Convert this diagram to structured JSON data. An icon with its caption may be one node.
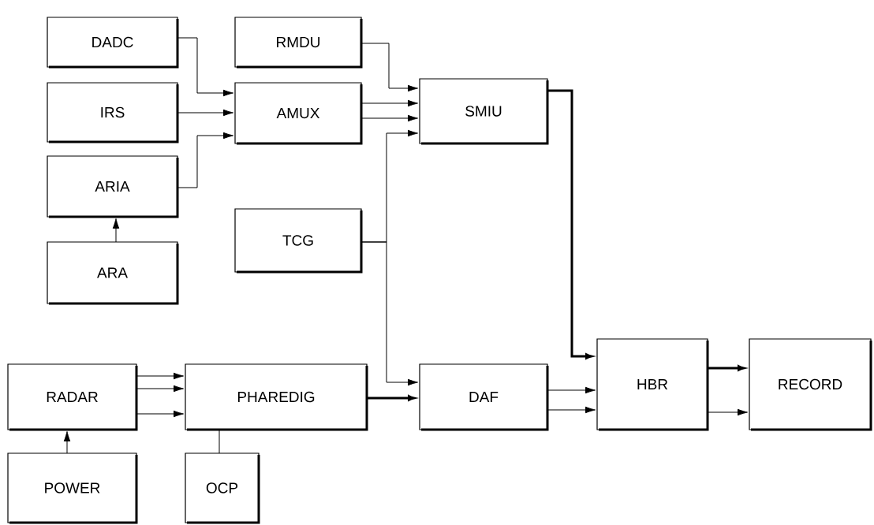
{
  "diagram": {
    "nodes": [
      {
        "text": [
          "DADC"
        ]
      },
      {
        "text": [
          "RMDU"
        ]
      },
      {
        "text": [
          "IRS"
        ]
      },
      {
        "text": [
          "AMUX"
        ]
      },
      {
        "text": [
          "SMIU"
        ]
      },
      {
        "text": [
          "ARIA"
        ]
      },
      {
        "text": [
          "TCG"
        ]
      },
      {
        "text": [
          "ARA"
        ]
      },
      {
        "text": [
          "RADAR"
        ]
      },
      {
        "text": [
          "PHAREDIG"
        ]
      },
      {
        "text": [
          "DAF"
        ]
      },
      {
        "text": [
          "HBR"
        ]
      },
      {
        "text": [
          "RECORD"
        ]
      },
      {
        "text": [
          "POWER"
        ]
      },
      {
        "text": [
          "OCP"
        ]
      }
    ],
    "edges": [
      {
        "from": 0,
        "to": 3,
        "arrow": "to"
      },
      {
        "from": 2,
        "to": 3,
        "arrow": "to"
      },
      {
        "from": 5,
        "to": 3,
        "arrow": "to"
      },
      {
        "from": 1,
        "to": 4,
        "arrow": "to"
      },
      {
        "from": 3,
        "to": 4,
        "arrow": "to"
      },
      {
        "from": 3,
        "to": 4,
        "arrow": "to"
      },
      {
        "from": 6,
        "to": 4,
        "arrow": "to"
      },
      {
        "from": 6,
        "to": 10,
        "arrow": "to"
      },
      {
        "from": 7,
        "to": 5,
        "arrow": "to"
      },
      {
        "from": 4,
        "to": 11,
        "arrow": "to",
        "style": "thick"
      },
      {
        "from": 8,
        "to": 9,
        "arrow": "to"
      },
      {
        "from": 8,
        "to": 9,
        "arrow": "to"
      },
      {
        "from": 8,
        "to": 9,
        "arrow": "to"
      },
      {
        "from": 9,
        "to": 10,
        "arrow": "to",
        "style": "thick"
      },
      {
        "from": 10,
        "to": 11,
        "arrow": "to"
      },
      {
        "from": 10,
        "to": 11,
        "arrow": "to"
      },
      {
        "from": 11,
        "to": 12,
        "arrow": "to",
        "style": "thick"
      },
      {
        "from": 11,
        "to": 12,
        "arrow": "to"
      },
      {
        "from": 13,
        "to": 8,
        "arrow": "to"
      },
      {
        "from": 14,
        "to": 9,
        "arrow": "none"
      }
    ]
  }
}
